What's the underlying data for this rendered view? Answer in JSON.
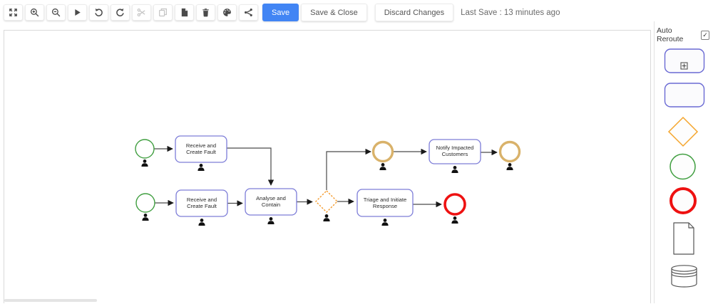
{
  "toolbar": {
    "icons": [
      {
        "name": "fit-screen",
        "disabled": false
      },
      {
        "name": "zoom-in",
        "disabled": false
      },
      {
        "name": "zoom-out",
        "disabled": false
      },
      {
        "name": "play",
        "disabled": false
      },
      {
        "name": "undo",
        "disabled": false
      },
      {
        "name": "redo",
        "disabled": false
      },
      {
        "name": "cut",
        "disabled": true
      },
      {
        "name": "copy",
        "disabled": true
      },
      {
        "name": "paste",
        "disabled": false
      },
      {
        "name": "delete",
        "disabled": false
      },
      {
        "name": "color-palette",
        "disabled": false
      },
      {
        "name": "share",
        "disabled": false
      }
    ],
    "save_label": "Save",
    "save_close_label": "Save & Close",
    "discard_label": "Discard Changes",
    "last_save": "Last Save : 13 minutes ago"
  },
  "palette": {
    "auto_reroute_label": "Auto Reroute",
    "auto_reroute_checked": true,
    "check_glyph": "✓",
    "items": [
      "subprocess",
      "task",
      "gateway",
      "start-event",
      "end-event",
      "document",
      "data-store"
    ]
  },
  "canvas": {
    "nodes": [
      {
        "id": "start-1",
        "type": "start-event"
      },
      {
        "id": "task-1",
        "type": "task",
        "line1": "Receive and",
        "line2": "Create Fault"
      },
      {
        "id": "start-2",
        "type": "start-event"
      },
      {
        "id": "task-2",
        "type": "task",
        "line1": "Receive and",
        "line2": "Create Fault"
      },
      {
        "id": "task-3",
        "type": "task",
        "line1": "Analyse and",
        "line2": "Contain"
      },
      {
        "id": "gateway-1",
        "type": "gateway"
      },
      {
        "id": "intermediate-1",
        "type": "intermediate-event"
      },
      {
        "id": "task-4",
        "type": "task",
        "line1": "Notify Impacted",
        "line2": "Customers"
      },
      {
        "id": "end-gold",
        "type": "intermediate-event"
      },
      {
        "id": "task-5",
        "type": "task",
        "line1": "Triage and Initiate",
        "line2": "Response"
      },
      {
        "id": "end-red",
        "type": "end-event"
      }
    ],
    "edges": [
      [
        "start-1",
        "task-1"
      ],
      [
        "task-1",
        "task-3"
      ],
      [
        "start-2",
        "task-2"
      ],
      [
        "task-2",
        "task-3"
      ],
      [
        "task-3",
        "gateway-1"
      ],
      [
        "gateway-1",
        "intermediate-1"
      ],
      [
        "gateway-1",
        "task-5"
      ],
      [
        "intermediate-1",
        "task-4"
      ],
      [
        "task-4",
        "end-gold"
      ],
      [
        "task-5",
        "end-red"
      ]
    ]
  },
  "colors": {
    "accent_blue": "#4285f4",
    "task_border": "#7d7dd8",
    "gateway_orange": "#f49b2e",
    "start_green": "#3f9e3f",
    "end_red": "#ee1111",
    "intermediate_gold": "#d9b26a"
  }
}
